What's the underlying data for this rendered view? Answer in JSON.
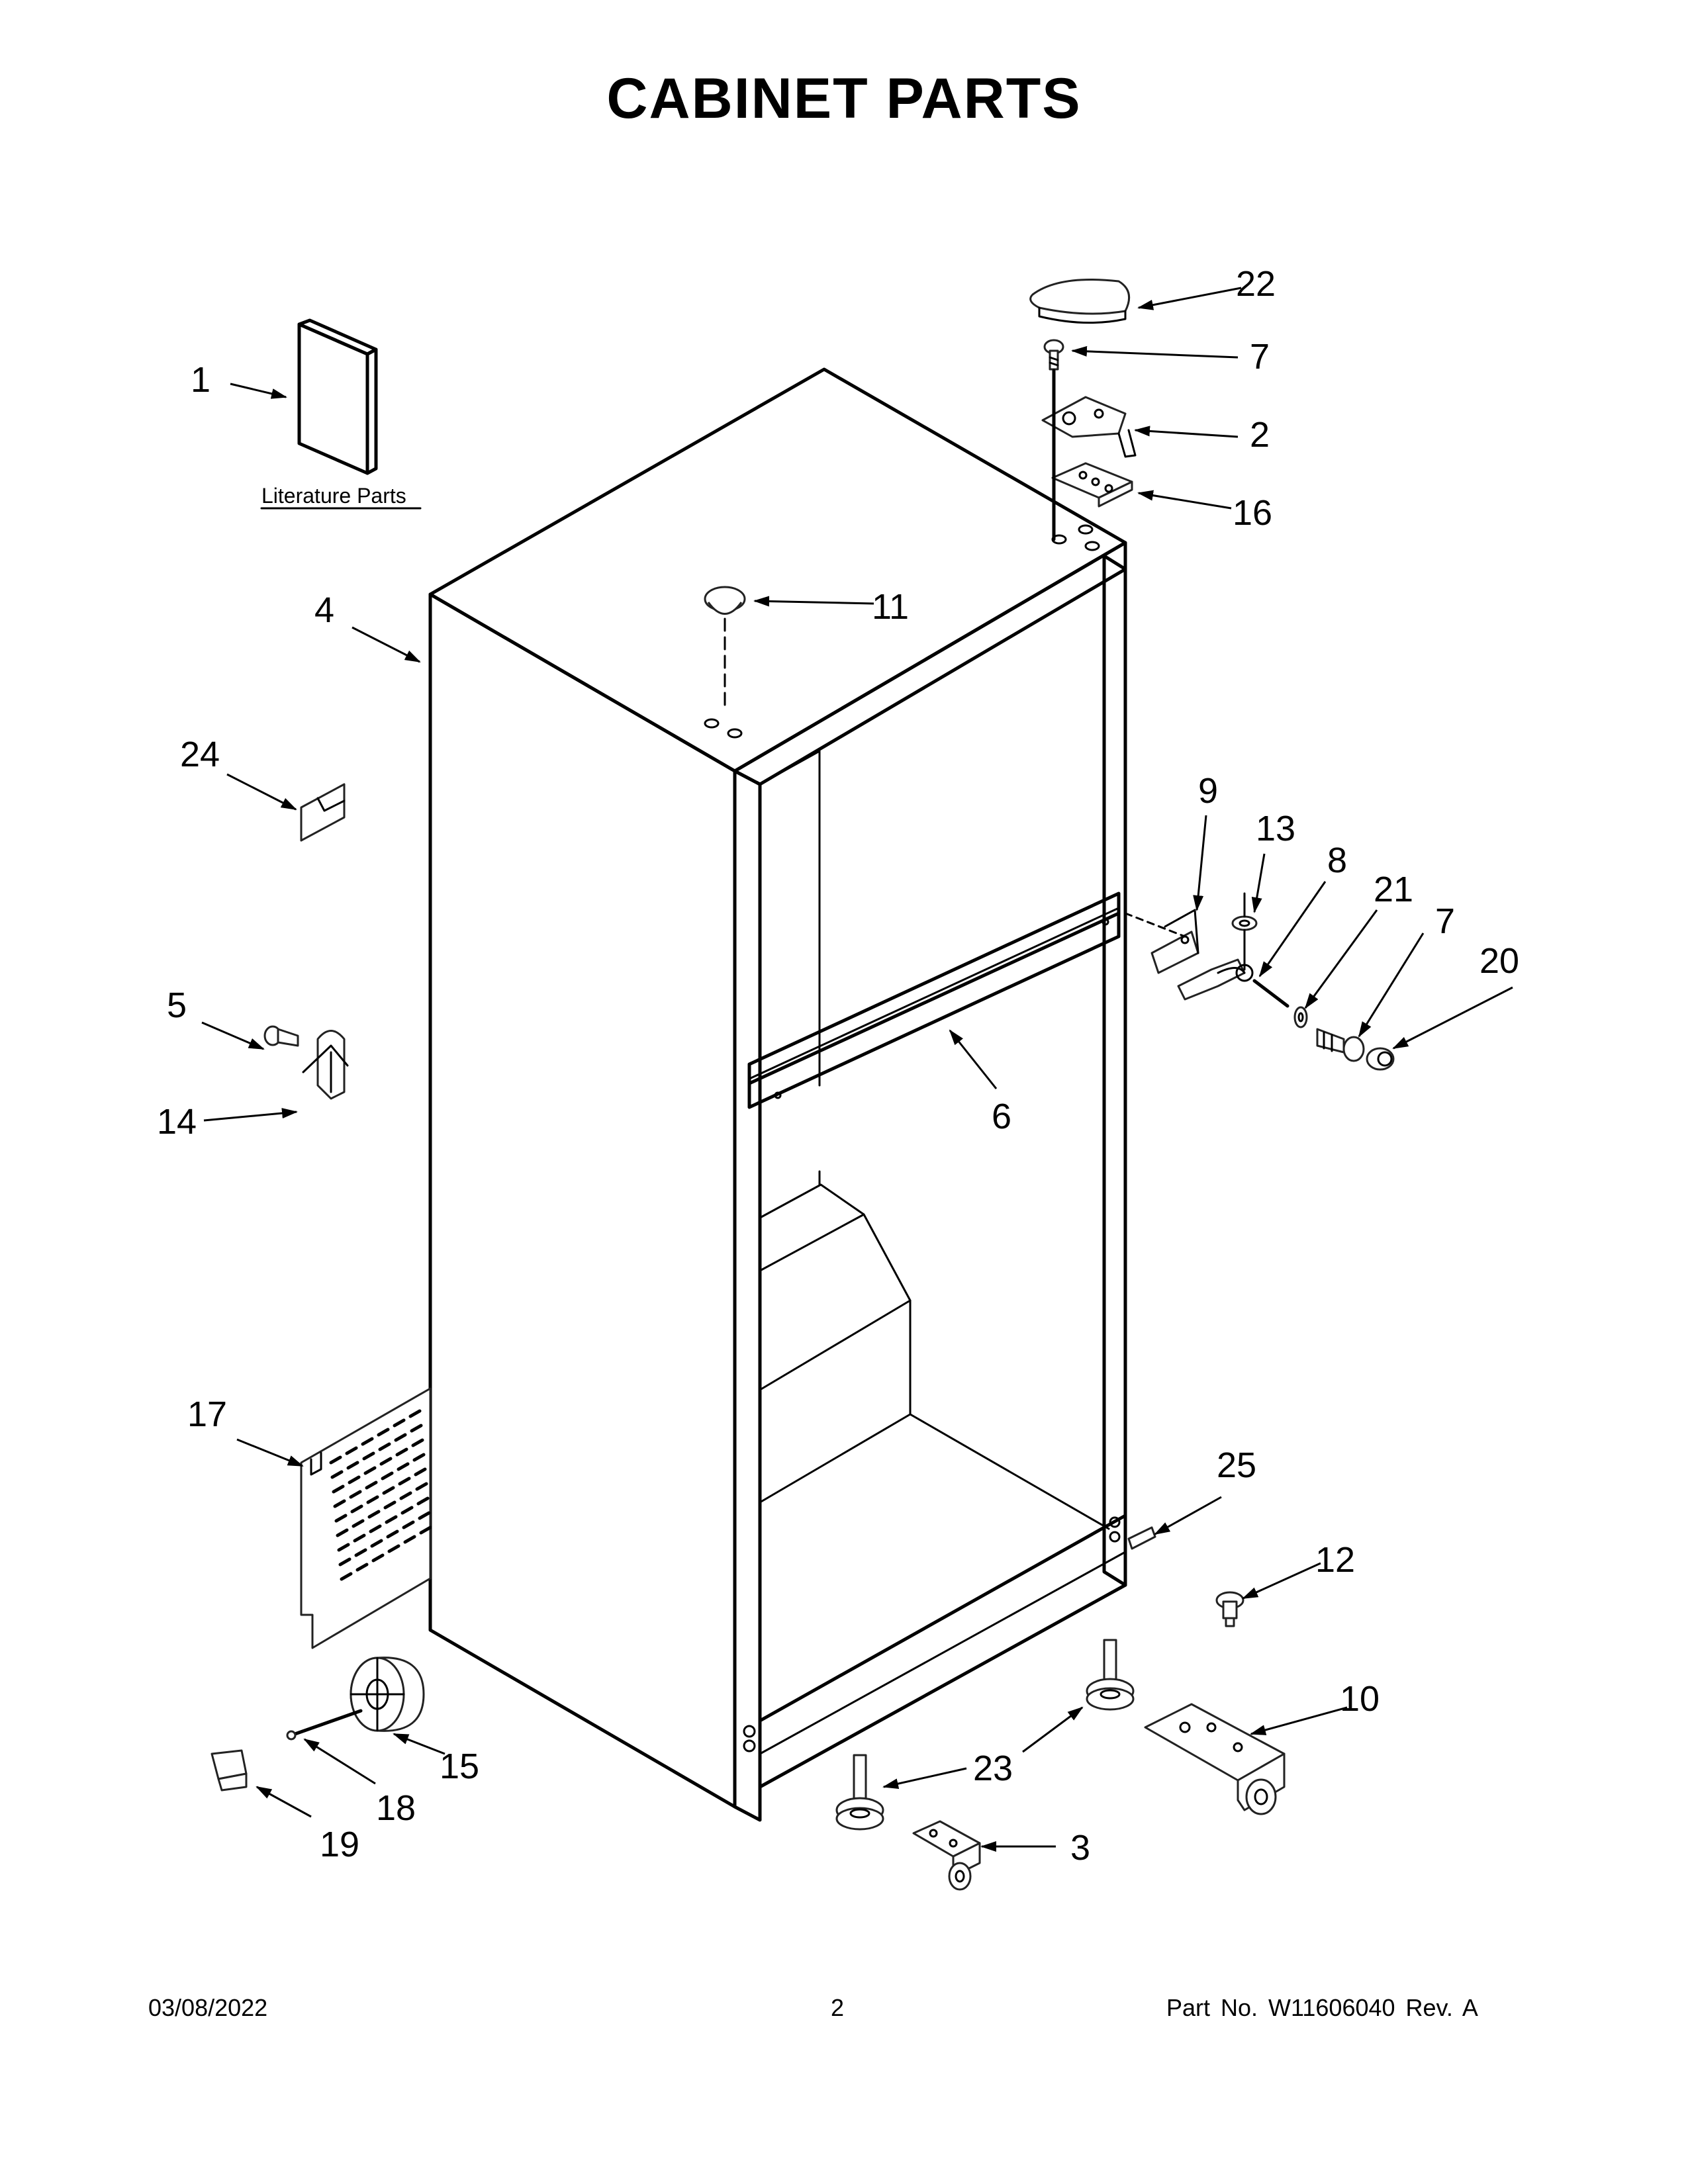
{
  "title": "CABINET PARTS",
  "literature_label": "Literature Parts",
  "callouts": [
    {
      "num": "1"
    },
    {
      "num": "2"
    },
    {
      "num": "3"
    },
    {
      "num": "4"
    },
    {
      "num": "5"
    },
    {
      "num": "6"
    },
    {
      "num": "7"
    },
    {
      "num": "7"
    },
    {
      "num": "8"
    },
    {
      "num": "9"
    },
    {
      "num": "10"
    },
    {
      "num": "11"
    },
    {
      "num": "12"
    },
    {
      "num": "13"
    },
    {
      "num": "14"
    },
    {
      "num": "15"
    },
    {
      "num": "16"
    },
    {
      "num": "17"
    },
    {
      "num": "18"
    },
    {
      "num": "19"
    },
    {
      "num": "20"
    },
    {
      "num": "21"
    },
    {
      "num": "22"
    },
    {
      "num": "23"
    },
    {
      "num": "24"
    },
    {
      "num": "25"
    }
  ],
  "footer": {
    "date": "03/08/2022",
    "page": "2",
    "part": "Part No.  W11606040  Rev.  A"
  }
}
